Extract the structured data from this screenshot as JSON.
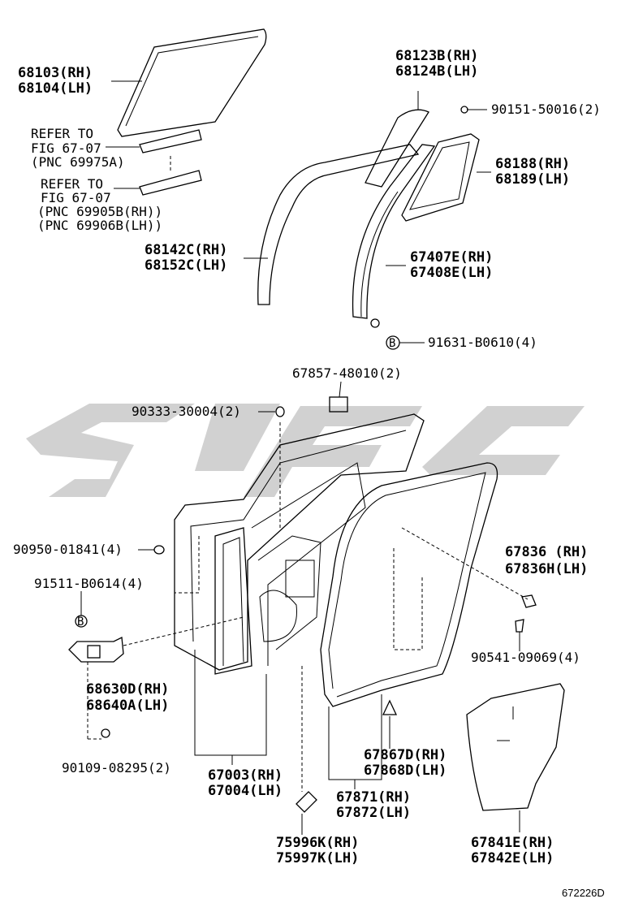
{
  "labels": {
    "glass": [
      "68103(RH)",
      "68104(LH)"
    ],
    "refer1": [
      "REFER TO",
      "FIG 67-07",
      "(PNC 69975A)"
    ],
    "refer2": [
      "REFER TO",
      "FIG 67-07",
      "(PNC 69905B(RH))",
      "(PNC 69906B(LH))"
    ],
    "run_channel": [
      "68142C(RH)",
      "68152C(LH)"
    ],
    "fixed_glass_top": [
      "68123B(RH)",
      "68124B(LH)"
    ],
    "screw_top": "90151-50016(2)",
    "quarter_glass": [
      "68188(RH)",
      "68189(LH)"
    ],
    "division_bar": [
      "67407E(RH)",
      "67408E(LH)"
    ],
    "bolt_b": "91631-B0610(4)",
    "pad": "67857-48010(2)",
    "plug": "90333-30004(2)",
    "clip_left": "90950-01841(4)",
    "bolt_hinge": "91511-B0614(4)",
    "hinge": [
      "68630D(RH)",
      "68640A(LH)"
    ],
    "hinge_bolt": "90109-08295(2)",
    "door_panel": [
      "67003(RH)",
      "67004(LH)"
    ],
    "cushion": [
      "75996K(RH)",
      "75997K(LH)"
    ],
    "weatherstrip": [
      "67871(RH)",
      "67872(LH)"
    ],
    "clip_bottom": [
      "67867D(RH)",
      "67868D(LH)"
    ],
    "clip_right": [
      "67836 (RH)",
      "67836H(LH)"
    ],
    "clip_right2": "90541-09069(4)",
    "service_cover": [
      "67841E(RH)",
      "67842E(LH)"
    ],
    "figure_id": "672226D"
  }
}
